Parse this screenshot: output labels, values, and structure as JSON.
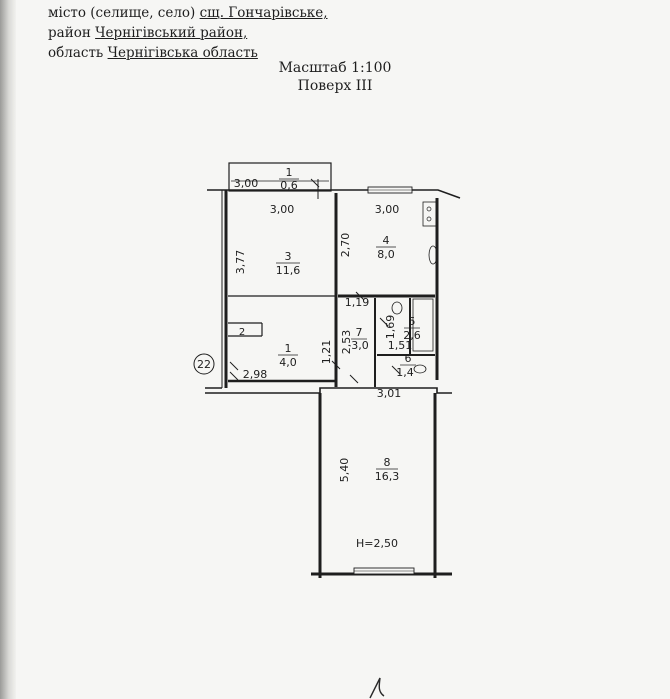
{
  "header": {
    "line1_prefix": "місто (селище, село)",
    "line1_value": "сщ. Гончарівське,",
    "line2_prefix": "район",
    "line2_value": "Чернігівський район,",
    "line3_prefix": "область",
    "line3_value": "Чернігівська область"
  },
  "scale_label": "Масштаб 1:100",
  "floor_label": "Поверх III",
  "plan": {
    "apartment_marker": "22",
    "height_label": "H=2,50",
    "rooms": [
      {
        "number": "1",
        "area": "0,6"
      },
      {
        "number": "3",
        "area": "11,6"
      },
      {
        "number": "4",
        "area": "8,0"
      },
      {
        "number": "1",
        "area": "4,0"
      },
      {
        "number": "7",
        "area": "3,0"
      },
      {
        "number": "5",
        "area": "2,6"
      },
      {
        "number": "6",
        "area": "1,4"
      },
      {
        "number": "8",
        "area": "16,3"
      },
      {
        "number": "2",
        "area": ""
      }
    ],
    "dimensions": [
      "3,00",
      "3,00",
      "3,00",
      "3,77",
      "2,70",
      "1,19",
      "2,53",
      "1,69",
      "1,51",
      "1,21",
      "2,98",
      "3,01",
      "5,40"
    ]
  }
}
